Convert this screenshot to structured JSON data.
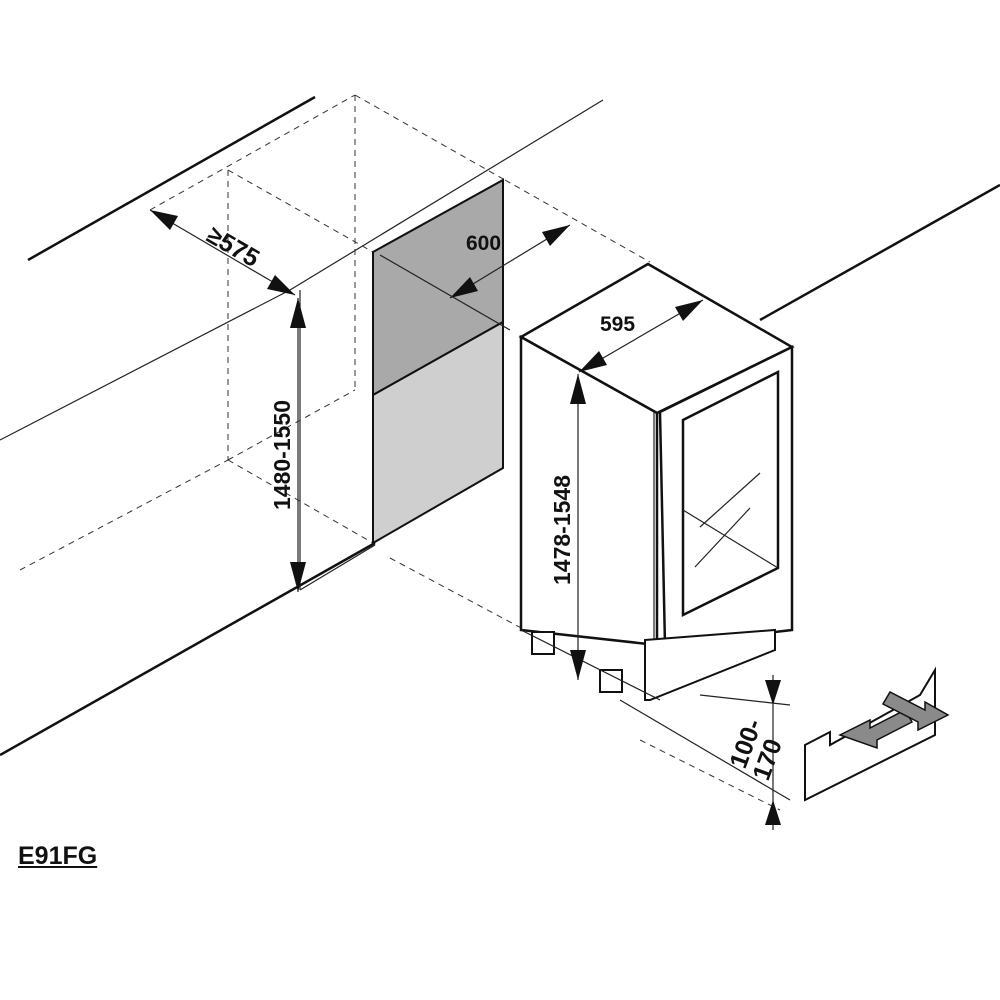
{
  "model": "E91FG",
  "dimensions": {
    "niche_depth": "≥575",
    "niche_width": "600",
    "appliance_width": "595",
    "niche_height": "1480-1550",
    "appliance_height": "1478-1548",
    "plinth_height_top": "100-",
    "plinth_height_bottom": "170"
  },
  "colors": {
    "panel_dark": "#a9a9a9",
    "panel_light": "#cfcfcf",
    "arrow_gray": "#8a8a8a"
  }
}
